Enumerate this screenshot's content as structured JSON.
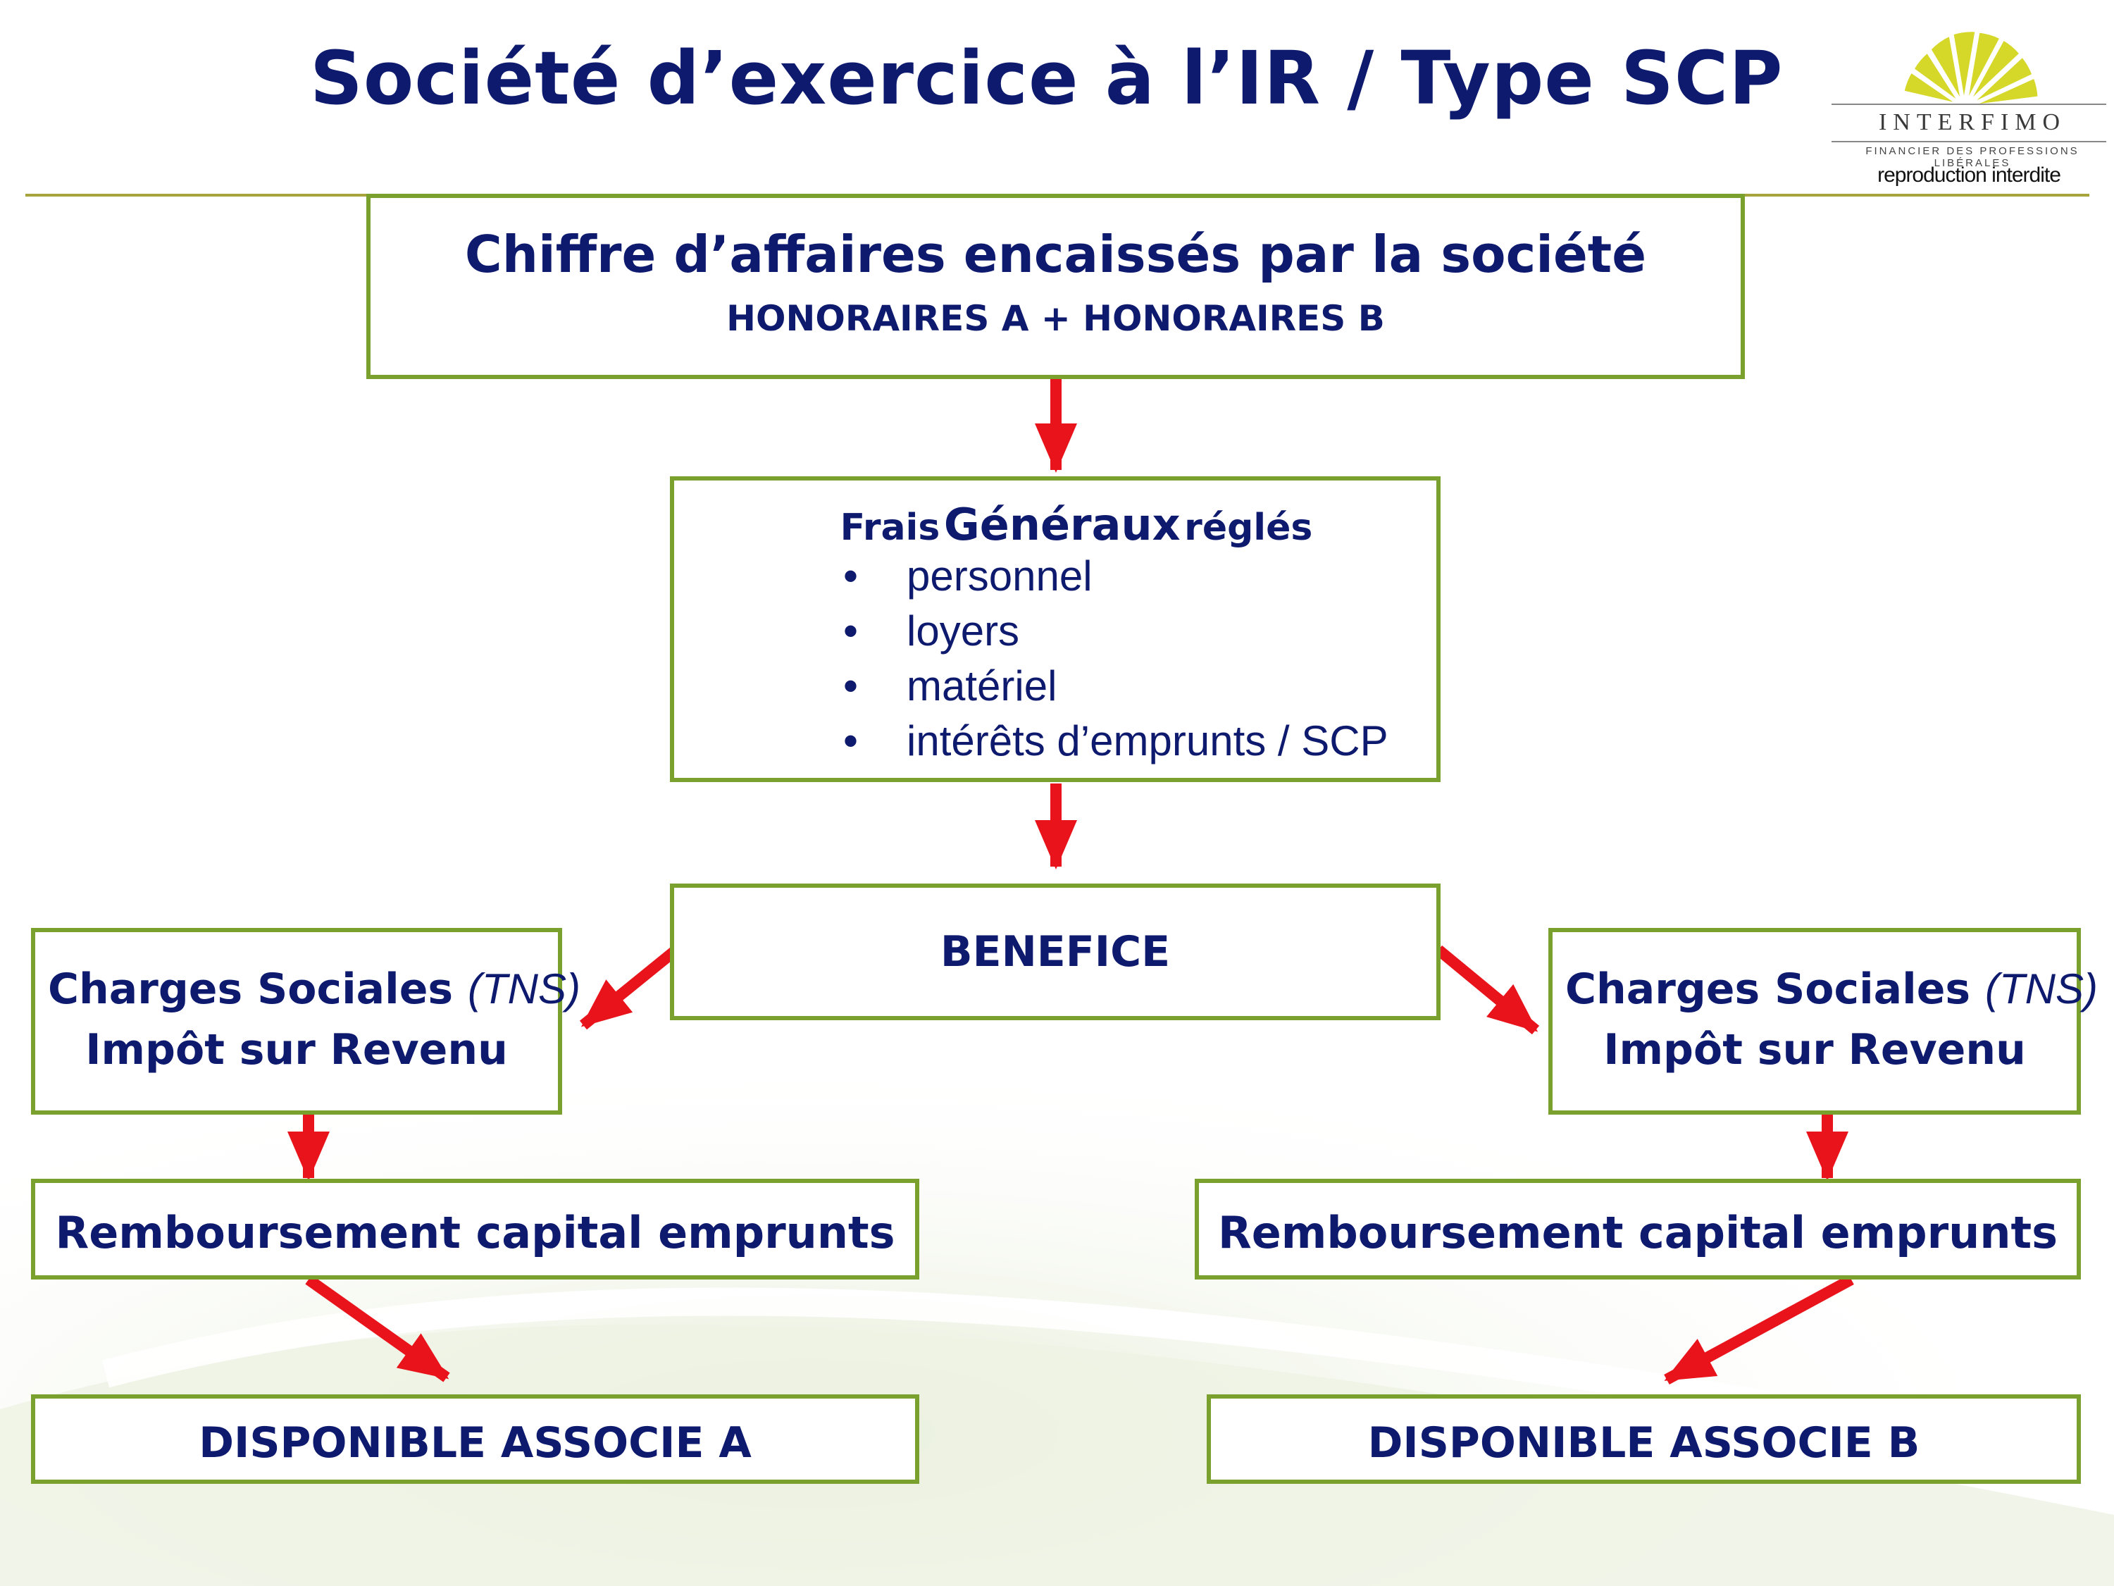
{
  "title": "Société d’exercice à l’IR / Type SCP",
  "logo": {
    "name": "INTERFIMO",
    "subtitle": "FINANCIER DES PROFESSIONS LIBÉRALES",
    "note": "reproduction interdite"
  },
  "revenue": {
    "title": "Chiffre d’affaires encaissés par la société",
    "subtitle": "HONORAIRES A + HONORAIRES B"
  },
  "frais": {
    "title_prefix": "Frais",
    "title_main": "Généraux",
    "title_suffix": "réglés",
    "items": [
      "personnel",
      "loyers",
      "matériel",
      "intérêts d’emprunts / SCP"
    ]
  },
  "benefice": "BENEFICE",
  "left": {
    "charges_main": "Charges Sociales",
    "charges_paren": "(TNS)",
    "impot": "Impôt sur Revenu",
    "remboursement": "Remboursement capital emprunts",
    "disponible": "DISPONIBLE ASSOCIE A"
  },
  "right": {
    "charges_main": "Charges Sociales",
    "charges_paren": "(TNS)",
    "impot": "Impôt sur Revenu",
    "remboursement": "Remboursement capital emprunts",
    "disponible": "DISPONIBLE ASSOCIE B"
  },
  "colors": {
    "border": "#7aa12e",
    "text": "#0d1a6e",
    "arrow": "#e8131b"
  }
}
